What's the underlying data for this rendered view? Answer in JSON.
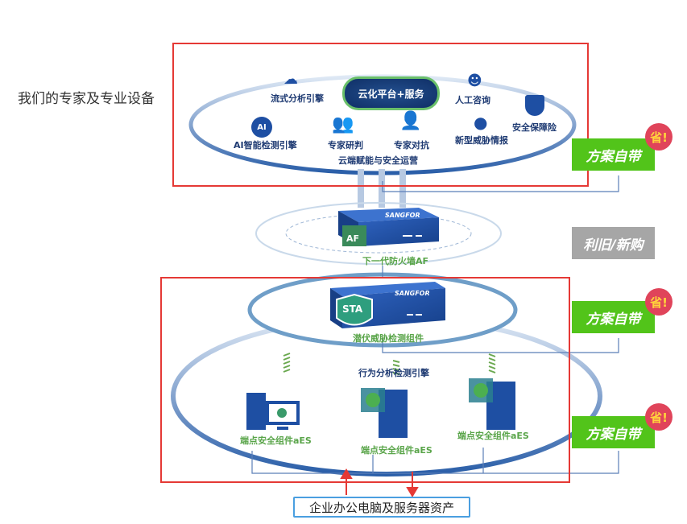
{
  "left_label": "我们的专家及专业设备",
  "cloud_layer": {
    "center": "云化平台+服务",
    "items": [
      "流式分析引擎",
      "人工咨询",
      "安全保障险",
      "AI智能检测引擎",
      "专家研判",
      "专家对抗",
      "新型威胁情报"
    ],
    "caption": "云端赋能与安全运营"
  },
  "firewall": {
    "brand": "SANGFOR",
    "badge": "AF",
    "label": "下一代防火墙AF"
  },
  "sta": {
    "brand": "SANGFOR",
    "badge": "STA",
    "label": "潜伏威胁检测组件"
  },
  "engine_label": "行为分析检测引擎",
  "endpoints": [
    "端点安全组件aES",
    "端点安全组件aES",
    "端点安全组件aES"
  ],
  "badges": [
    {
      "text": "方案自带",
      "mark": "省!",
      "color": "#52c41a"
    },
    {
      "text": "利旧/新购",
      "color": "#a6a6a6"
    },
    {
      "text": "方案自带",
      "mark": "省!",
      "color": "#52c41a"
    },
    {
      "text": "方案自带",
      "mark": "省!",
      "color": "#52c41a"
    }
  ],
  "bottom_label": "企业办公电脑及服务器资产",
  "colors": {
    "accent_red": "#e53935",
    "device_blue": "#1e4fa3",
    "green": "#52c41a"
  }
}
